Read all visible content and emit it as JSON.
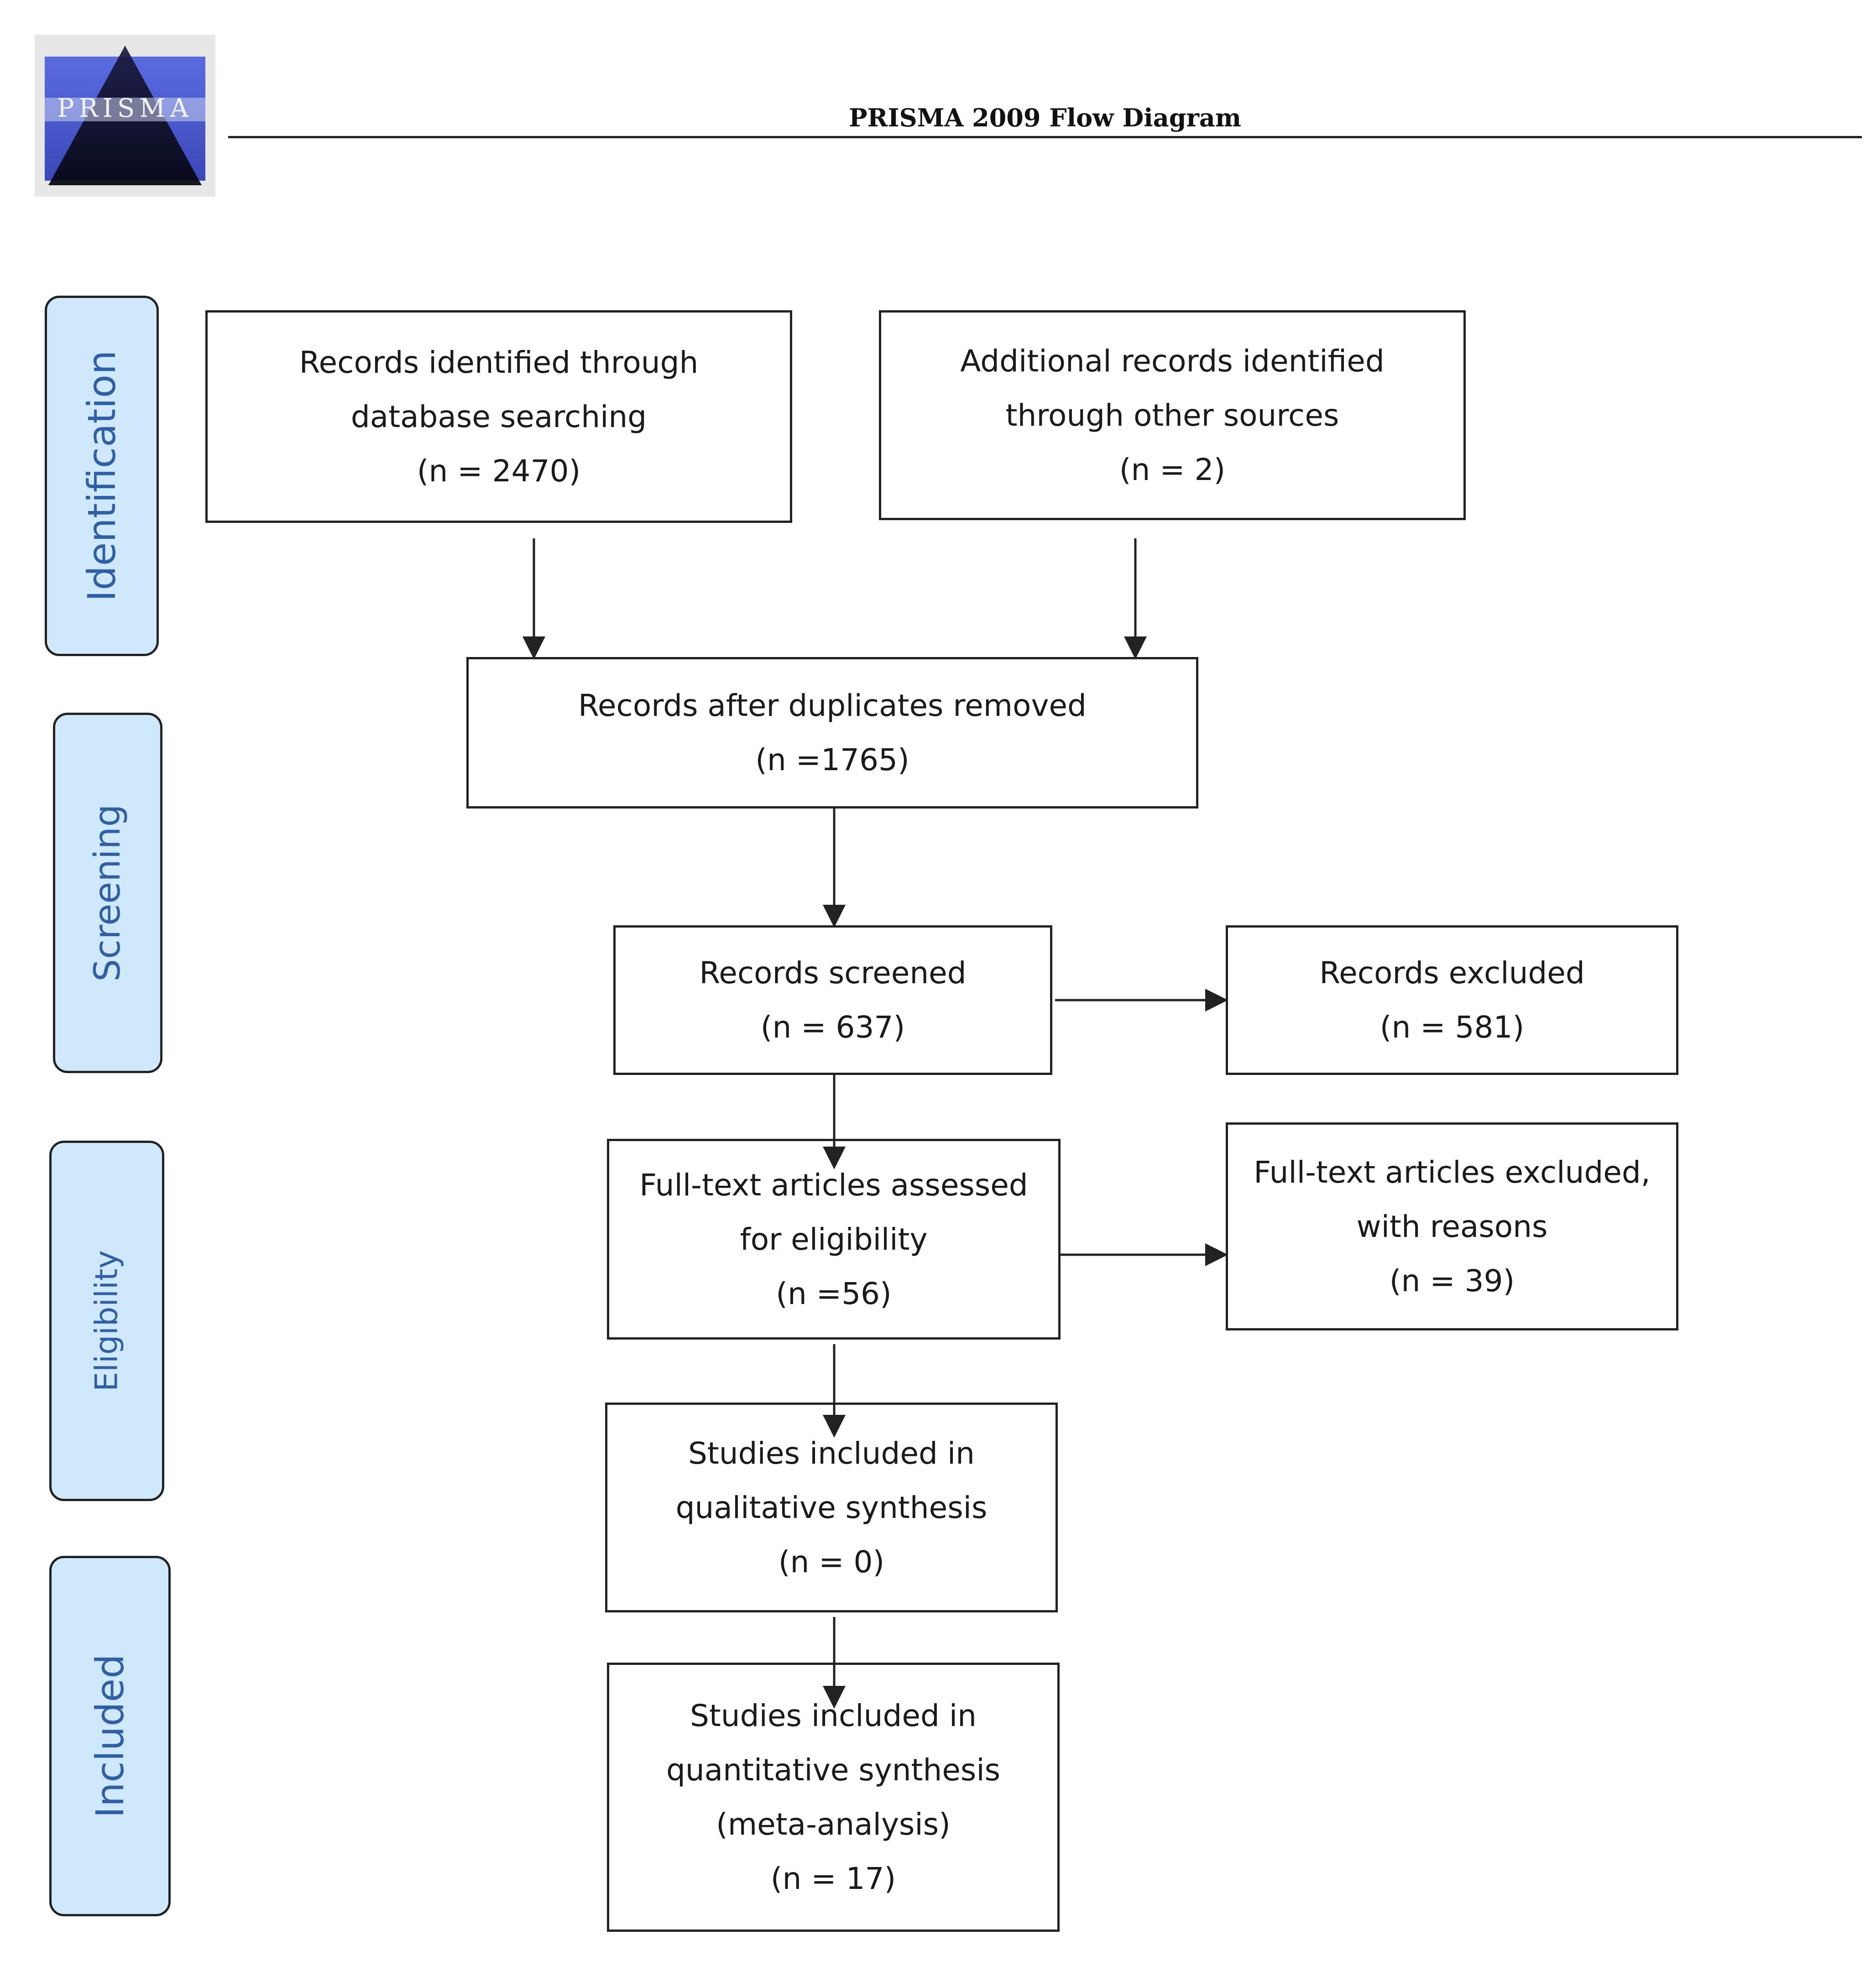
{
  "header": {
    "logo_text": "PRISMA",
    "title": "PRISMA 2009 Flow Diagram"
  },
  "phases": {
    "identification": "Identification",
    "screening": "Screening",
    "eligibility": "Eligibility",
    "included": "Included"
  },
  "boxes": {
    "database_search": {
      "lines": [
        "Records identified through",
        "database searching",
        "(n = 2470)"
      ]
    },
    "other_sources": {
      "lines": [
        "Additional records identified",
        "through other sources",
        "(n = 2)"
      ]
    },
    "after_duplicates": {
      "lines": [
        "Records after duplicates removed",
        "(n =1765)"
      ]
    },
    "screened": {
      "lines": [
        "Records screened",
        "(n = 637)"
      ]
    },
    "excluded": {
      "lines": [
        "Records excluded",
        "(n = 581)"
      ]
    },
    "fulltext_assessed": {
      "lines": [
        "Full-text articles assessed",
        "for eligibility",
        "(n =56)"
      ]
    },
    "fulltext_excluded": {
      "lines": [
        "Full-text articles excluded,",
        "with reasons",
        "(n = 39)"
      ]
    },
    "qualitative": {
      "lines": [
        "Studies included in",
        "qualitative synthesis",
        "(n = 0)"
      ]
    },
    "quantitative": {
      "lines": [
        "Studies included in",
        "quantitative synthesis",
        "(meta-analysis)",
        "(n = 17)"
      ]
    }
  },
  "colors": {
    "phase_fill": "#cfe8fb",
    "phase_text": "#2f5fa8",
    "box_border": "#222222",
    "logo_blue": "#4a5bd0"
  }
}
